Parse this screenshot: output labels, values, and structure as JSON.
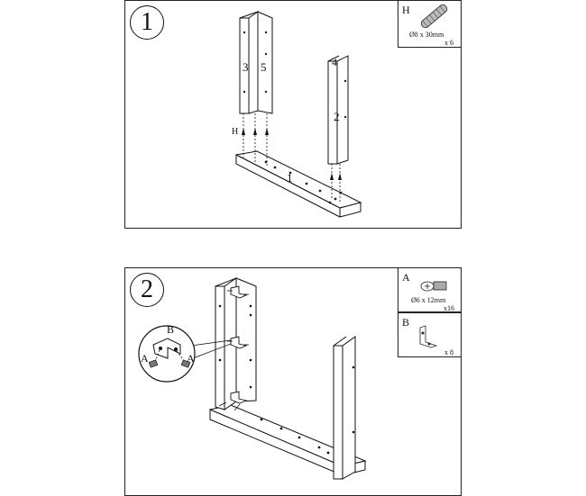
{
  "step1": {
    "number": "1",
    "hardware": {
      "letter": "H",
      "size": "Ø8 x 30mm",
      "qty": "x 6"
    },
    "part_labels": {
      "p3": "3",
      "p5": "5",
      "p4": "4",
      "p2": "2",
      "p1": "1",
      "h": "H"
    }
  },
  "step2": {
    "number": "2",
    "hardware_a": {
      "letter": "A",
      "size": "Ø6 x 12mm",
      "qty": "x16"
    },
    "hardware_b": {
      "letter": "B",
      "qty": "x 8"
    },
    "detail_labels": {
      "b": "B",
      "a_left": "A",
      "a_right": "A"
    }
  }
}
